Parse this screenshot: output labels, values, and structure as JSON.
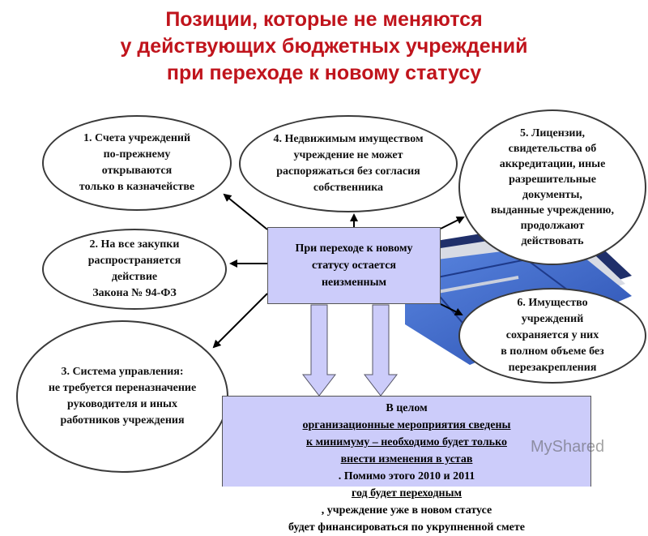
{
  "title": {
    "lines": [
      "Позиции, которые не меняются",
      "у действующих бюджетных учреждений",
      "при переходе к новому статусу"
    ]
  },
  "center": {
    "lines": [
      "При переходе к новому",
      "статусу остается",
      "неизменным"
    ]
  },
  "items": [
    {
      "lines": [
        "1. Счета учреждений",
        "по-прежнему",
        "открываются",
        "только в казначействе"
      ]
    },
    {
      "lines": [
        "2. На все закупки",
        "распространяется",
        "действие",
        "Закона № 94-ФЗ"
      ]
    },
    {
      "lines": [
        "3. Система управления:",
        "не требуется переназначение",
        "руководителя и иных",
        "работников учреждения"
      ]
    },
    {
      "lines": [
        "4. Недвижимым имуществом",
        "учреждение не может",
        "распоряжаться без согласия",
        "собственника"
      ]
    },
    {
      "lines": [
        "5. Лицензии,",
        "свидетельства об",
        "аккредитации, иные",
        "разрешительные",
        "документы,",
        "выданные учреждению,",
        "продолжают",
        "действовать"
      ]
    },
    {
      "lines": [
        "6. Имущество",
        "учреждений",
        "сохраняется у них",
        "в полном объеме без",
        "перезакрепления"
      ]
    }
  ],
  "summary": {
    "line1_prefix": "В целом ",
    "line1_u": "организационные мероприятия сведены",
    "line2_u": "к минимуму – необходимо будет только",
    "line3_u": "внести изменения в устав",
    "line3_rest": ". Помимо этого 2010 и 2011",
    "line4_u": "год будет переходным",
    "line4_rest": ", учреждение уже в новом статусе",
    "line5": "будет финансироваться по укрупненной смете"
  },
  "watermark": "MyShared",
  "colors": {
    "title": "#c0141c",
    "box_fill": "#ccccfa",
    "arrow_fill": "#ccccfa",
    "folder": "#3a64c8"
  }
}
